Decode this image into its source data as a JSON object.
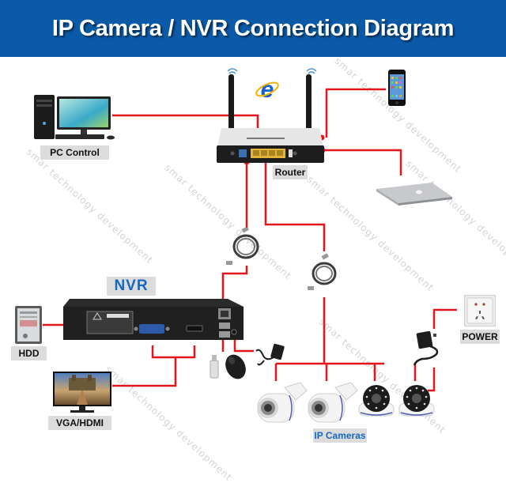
{
  "header": {
    "title": "IP Camera / NVR Connection Diagram",
    "background": "#0a5aa8"
  },
  "colors": {
    "wire": "#e3161d",
    "label_bg": "#dcdcdc",
    "nvr_label": "#1667c2"
  },
  "labels": {
    "pc": "PC Control",
    "router": "Router",
    "nvr": "NVR",
    "hdd": "HDD",
    "monitor": "VGA/HDMI",
    "power": "POWER",
    "cameras": "IP Cameras"
  },
  "devices": [
    {
      "name": "pc-control",
      "icon": "desktop-computer-icon"
    },
    {
      "name": "router",
      "icon": "wifi-router-icon"
    },
    {
      "name": "internet",
      "icon": "internet-explorer-icon"
    },
    {
      "name": "smartphone",
      "icon": "smartphone-icon"
    },
    {
      "name": "laptop",
      "icon": "laptop-icon"
    },
    {
      "name": "ethernet-cable-1",
      "icon": "ethernet-cable-icon"
    },
    {
      "name": "ethernet-cable-2",
      "icon": "ethernet-cable-icon"
    },
    {
      "name": "nvr",
      "icon": "nvr-recorder-icon"
    },
    {
      "name": "hdd",
      "icon": "hard-drive-icon"
    },
    {
      "name": "monitor",
      "icon": "monitor-icon"
    },
    {
      "name": "usb-drive",
      "icon": "usb-drive-icon"
    },
    {
      "name": "mouse",
      "icon": "mouse-icon"
    },
    {
      "name": "nvr-power-adapter",
      "icon": "power-adapter-icon"
    },
    {
      "name": "camera-power-adapter",
      "icon": "power-adapter-icon"
    },
    {
      "name": "power-outlet",
      "icon": "power-outlet-icon"
    },
    {
      "name": "bullet-camera-1",
      "icon": "bullet-camera-icon"
    },
    {
      "name": "bullet-camera-2",
      "icon": "bullet-camera-icon"
    },
    {
      "name": "dome-camera-1",
      "icon": "dome-camera-icon"
    },
    {
      "name": "dome-camera-2",
      "icon": "dome-camera-icon"
    }
  ],
  "watermark": "smar technology development"
}
